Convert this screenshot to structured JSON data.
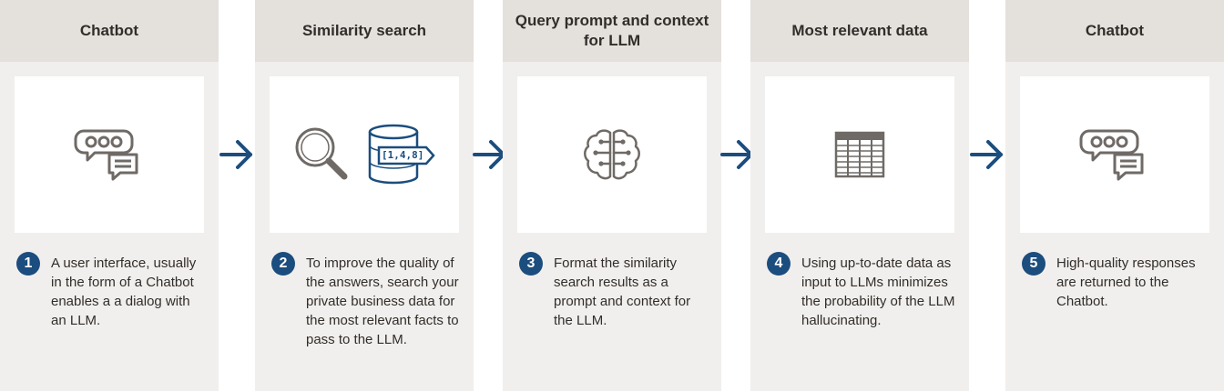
{
  "colors": {
    "accent_blue": "#1b4d7e",
    "icon_gray": "#6f6a66",
    "card_bg": "#f1efed",
    "header_bg": "#e4e1dd",
    "text": "#312d2a"
  },
  "steps": [
    {
      "title": "Chatbot",
      "number": "1",
      "description": "A user interface, usually in the form of a Chatbot enables a a dialog  with an LLM.",
      "icon": "chat-bubbles-icon"
    },
    {
      "title": "Similarity search",
      "number": "2",
      "description": "To improve the quality of the answers, search your private business data for the most relevant facts to pass to the LLM.",
      "icon": "magnifier-database-icon",
      "vector_label": "[1,4,8]"
    },
    {
      "title": "Query prompt and context for LLM",
      "number": "3",
      "description": "Format the similarity search results as a prompt and context for the LLM.",
      "icon": "brain-icon"
    },
    {
      "title": "Most relevant data",
      "number": "4",
      "description": "Using up-to-date data as input to LLMs minimizes the probability of the LLM hallucinating.",
      "icon": "table-icon"
    },
    {
      "title": "Chatbot",
      "number": "5",
      "description": "High-quality responses are returned to the Chatbot.",
      "icon": "chat-bubbles-icon"
    }
  ]
}
